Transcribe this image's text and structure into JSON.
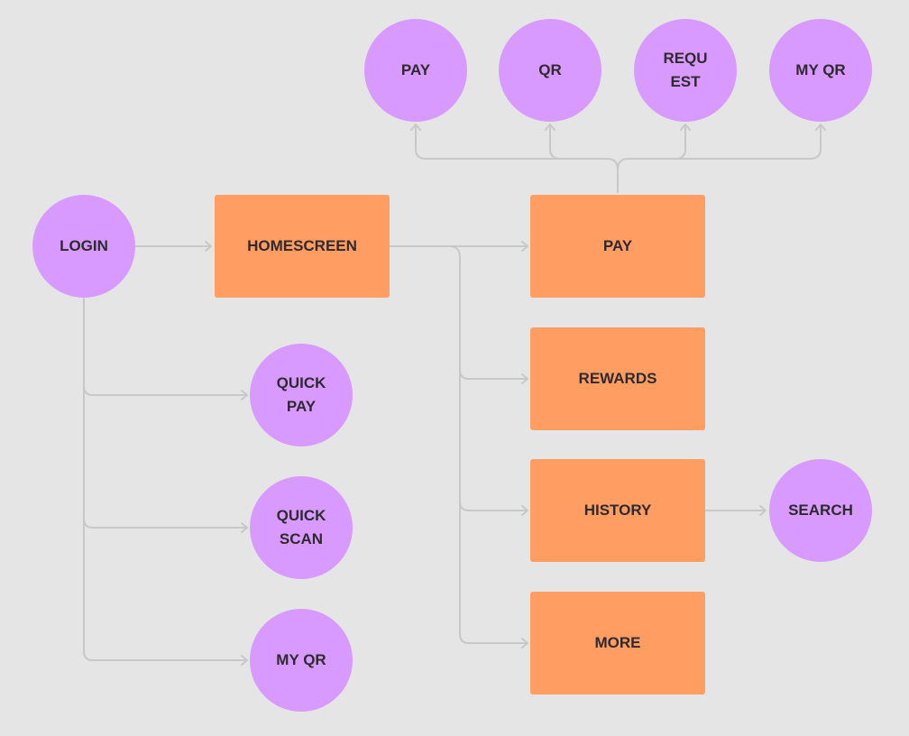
{
  "colors": {
    "background": "#e5e5e5",
    "circle_fill": "#d89aff",
    "rect_fill": "#ff9d63",
    "connector": "#c8c8c8",
    "text": "#2e2a2e"
  },
  "nodes": {
    "login": "LOGIN",
    "homescreen": "HOMESCREEN",
    "pay": "PAY",
    "rewards": "REWARDS",
    "history": "HISTORY",
    "more": "MORE",
    "search": "SEARCH",
    "quick_pay": "QUICK\nPAY",
    "quick_scan": "QUICK\nSCAN",
    "my_qr_left": "MY QR",
    "pay_sub": "PAY",
    "qr_sub": "QR",
    "request_sub": "REQU\nEST",
    "my_qr_sub": "MY QR"
  },
  "edges": [
    {
      "from": "LOGIN",
      "to": "HOMESCREEN"
    },
    {
      "from": "HOMESCREEN",
      "to": "PAY"
    },
    {
      "from": "HOMESCREEN",
      "to": "REWARDS"
    },
    {
      "from": "HOMESCREEN",
      "to": "HISTORY"
    },
    {
      "from": "HOMESCREEN",
      "to": "MORE"
    },
    {
      "from": "HISTORY",
      "to": "SEARCH"
    },
    {
      "from": "LOGIN",
      "to": "QUICK PAY"
    },
    {
      "from": "LOGIN",
      "to": "QUICK SCAN"
    },
    {
      "from": "LOGIN",
      "to": "MY QR"
    },
    {
      "from": "PAY",
      "to": "PAY"
    },
    {
      "from": "PAY",
      "to": "QR"
    },
    {
      "from": "PAY",
      "to": "REQUEST"
    },
    {
      "from": "PAY",
      "to": "MY QR"
    }
  ]
}
